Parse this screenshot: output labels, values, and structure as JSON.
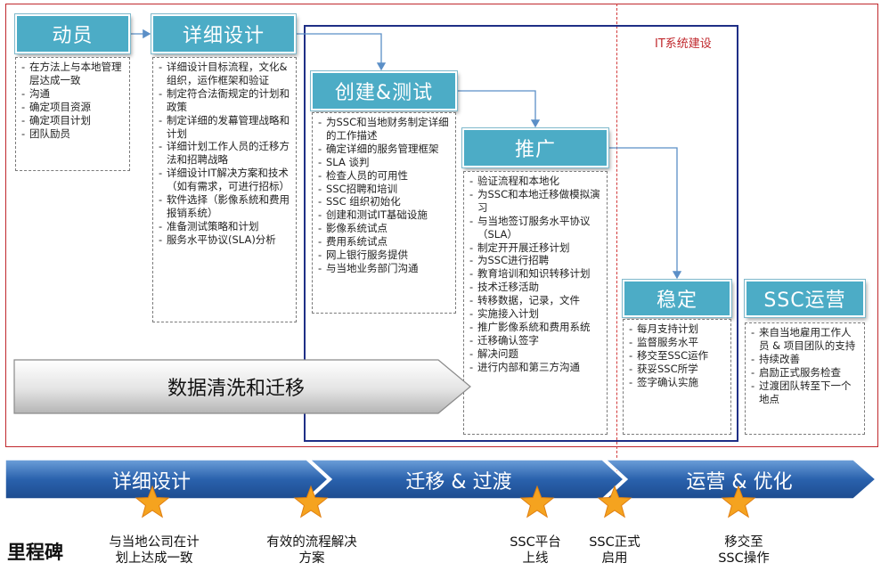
{
  "colors": {
    "phase_fill": "#4cacc6",
    "it_border": "#1f2f86",
    "outer_border": "#c0282d",
    "timeline_blue": "#2a62ad",
    "star": "#f5a31f"
  },
  "it_label": "IT系统建设",
  "phases": {
    "mobilize": {
      "title": "动员",
      "items": [
        "在方法上与本地管理层达成一致",
        "沟通",
        "确定项目资源",
        "确定项目计划",
        "团队励员"
      ]
    },
    "detailed_design": {
      "title": "详细设计",
      "items": [
        "详细设计目标流程，文化&组织，运作框架和验证",
        "制定符合法衙规定的计划和政策",
        "制定详细的发幕管理战略和计划",
        "详细计划工作人员的迁移方法和招聘战略",
        "详细设计IT解决方案和技术（如有需求，可进行招标）",
        "软件选择（影像系統和费用报销系统）",
        "准备测试策略和计划",
        "服务水平协议(SLA)分析"
      ]
    },
    "build_test": {
      "title": "创建&测试",
      "items": [
        "为SSC和当地财务制定详细的工作描述",
        "确定详细的服务管理框架",
        "SLA 谈判",
        "检查人员的可用性",
        "SSC招聘和培训",
        "SSC 组织初始化",
        "创建和测试IT基础设施",
        "影像系统试点",
        "费用系统试点",
        "网上银行服务提供",
        "与当地业务部门沟通"
      ]
    },
    "rollout": {
      "title": "推广",
      "items": [
        "验证流程和本地化",
        "为SSC和本地迁移做模拟演习",
        "与当地签订服务水平协议（SLA）",
        "制定开开展迁移计划",
        "为SSC进行招聘",
        "教育培训和知识转移计划",
        "技术迁移活助",
        "转移数据，记录，文件",
        "实施接入计划",
        "推广影像系統和费用系统",
        "迁移确认签字",
        "解决问题",
        "进行内部和第三方沟通"
      ]
    },
    "stabilize": {
      "title": "稳定",
      "items": [
        "每月支持计划",
        "监督服务水平",
        "移交至SSC运作",
        "获妥SSC所学",
        "签字确认实施"
      ]
    },
    "ssc_ops": {
      "title": "SSC运营",
      "items": [
        "来自当地雇用工作人员 & 项目团队的支持",
        "持续改善",
        "启励正式服务检查",
        "过渡团队转至下一个地点"
      ]
    }
  },
  "data_migration": "数据清洗和迁移",
  "timeline": {
    "segments": [
      "详细设计",
      "迁移 & 过渡",
      "运营 & 优化"
    ]
  },
  "milestones": {
    "title": "里程碑",
    "items": [
      {
        "line1": "与当地公司在计",
        "line2": "划上达成一致"
      },
      {
        "line1": "有效的流程解决",
        "line2": "方案"
      },
      {
        "line1": "SSC平台",
        "line2": "上线"
      },
      {
        "line1": "SSC正式",
        "line2": "启用"
      },
      {
        "line1": "移交至",
        "line2": "SSC操作"
      }
    ]
  }
}
